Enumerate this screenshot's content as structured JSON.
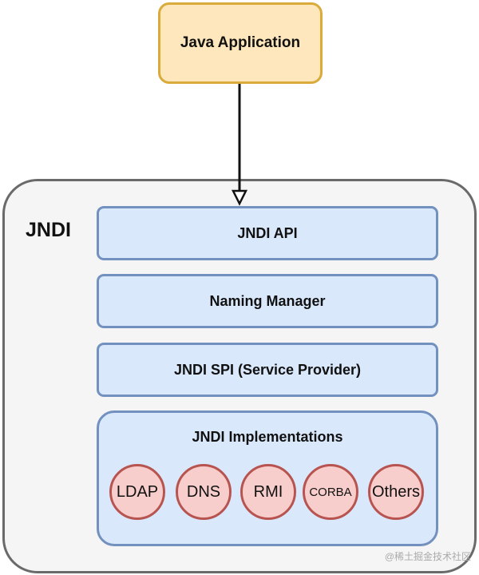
{
  "diagram": {
    "app": {
      "label": "Java Application"
    },
    "container": {
      "label": "JNDI"
    },
    "layers": [
      {
        "label": "JNDI API"
      },
      {
        "label": "Naming Manager"
      },
      {
        "label": "JNDI SPI (Service Provider)"
      }
    ],
    "implementations": {
      "title": "JNDI Implementations",
      "items": [
        "LDAP",
        "DNS",
        "RMI",
        "CORBA",
        "Others"
      ]
    }
  },
  "watermark": "@稀土掘金技术社区",
  "colors": {
    "app_fill": "#ffe7bd",
    "app_stroke": "#d9ab3a",
    "layer_fill": "#dae8fc",
    "layer_stroke": "#7391be",
    "circle_fill": "#f8cecc",
    "circle_stroke": "#b85450",
    "container_fill": "#f5f5f5",
    "container_stroke": "#6a6a6a"
  }
}
